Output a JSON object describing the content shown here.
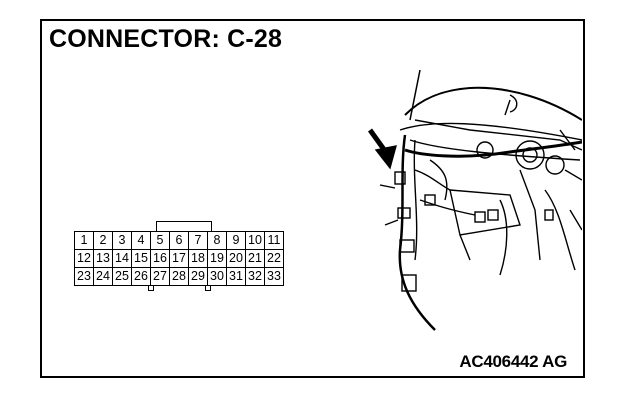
{
  "header": {
    "title": "CONNECTOR: C-28"
  },
  "figure": {
    "code": "AC406442 AG"
  },
  "connector": {
    "rows": [
      [
        "1",
        "2",
        "3",
        "4",
        "5",
        "6",
        "7",
        "8",
        "9",
        "10",
        "11"
      ],
      [
        "12",
        "13",
        "14",
        "15",
        "16",
        "17",
        "18",
        "19",
        "20",
        "21",
        "22"
      ],
      [
        "23",
        "24",
        "25",
        "26",
        "27",
        "28",
        "29",
        "30",
        "31",
        "32",
        "33"
      ]
    ]
  },
  "illustration": {
    "icon": "dashboard-harness-illustration",
    "pointer_icon": "arrow-down-right-icon"
  }
}
